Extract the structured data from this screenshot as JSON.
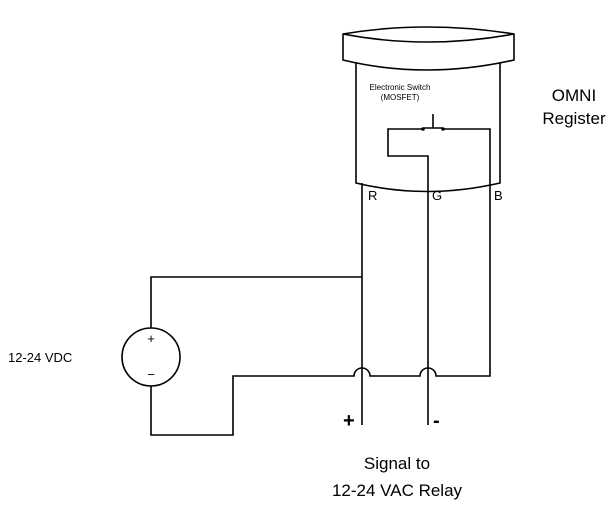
{
  "register": {
    "title_line1": "OMNI",
    "title_line2": "Register",
    "switch_line1": "Electronic Switch",
    "switch_line2": "(MOSFET)"
  },
  "wires": {
    "red": "R",
    "green": "G",
    "black": "B"
  },
  "source": {
    "label": "12-24 VDC",
    "plus": "+",
    "minus": "−"
  },
  "output": {
    "plus": "+",
    "minus": "-",
    "line1": "Signal to",
    "line2": "12-24 VAC Relay"
  }
}
